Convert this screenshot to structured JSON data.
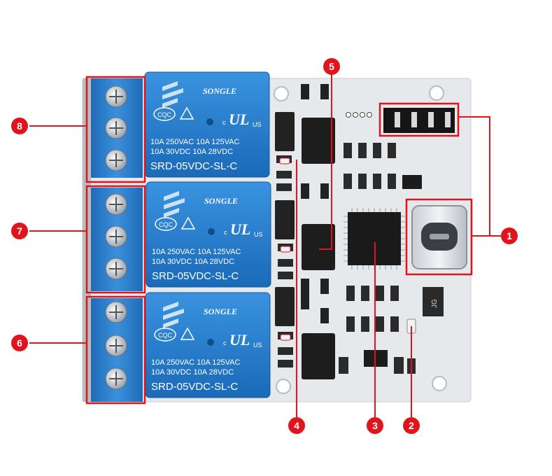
{
  "relays": [
    {
      "brand": "SONGLE",
      "rating_line1": "10A 250VAC  10A 125VAC",
      "rating_line2": "10A 30VDC   10A 28VDC",
      "model": "SRD-05VDC-SL-C",
      "cert_left": "CQC",
      "cert_us": "US",
      "cert_c": "c"
    },
    {
      "brand": "SONGLE",
      "rating_line1": "10A 250VAC  10A 125VAC",
      "rating_line2": "10A 30VDC   10A 28VDC",
      "model": "SRD-05VDC-SL-C",
      "cert_left": "CQC",
      "cert_us": "US",
      "cert_c": "c"
    },
    {
      "brand": "SONGLE",
      "rating_line1": "10A 250VAC  10A 125VAC",
      "rating_line2": "10A 30VDC   10A 28VDC",
      "model": "SRD-05VDC-SL-C",
      "cert_left": "CQC",
      "cert_us": "US",
      "cert_c": "c"
    }
  ],
  "callouts": {
    "c1": "1",
    "c2": "2",
    "c3": "3",
    "c4": "4",
    "c5": "5",
    "c6": "6",
    "c7": "7",
    "c8": "8"
  },
  "board_marks": {
    "jg": "JG"
  },
  "colors": {
    "board": "#e9ecef",
    "relay_blue": "#1e78c8",
    "terminal_blue": "#2a7fd0",
    "callout_red": "#e0141c",
    "ic_black": "#1a1a1a"
  }
}
